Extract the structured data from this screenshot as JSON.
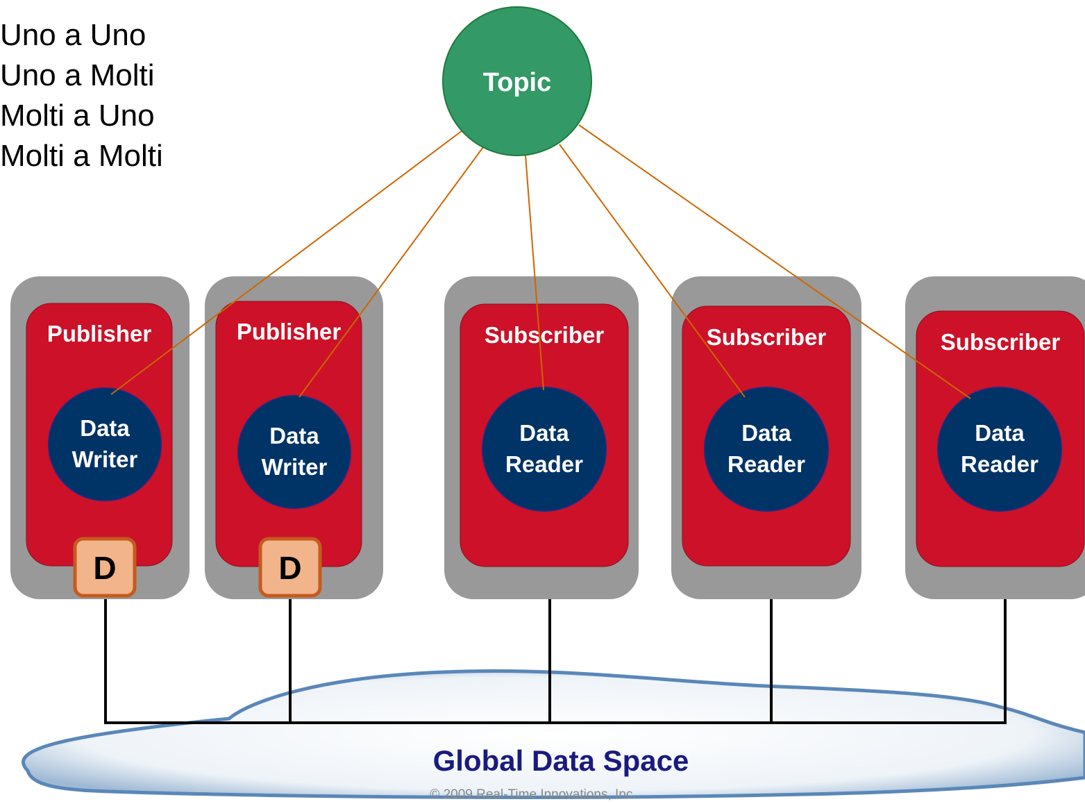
{
  "bullets": [
    "Uno a Uno",
    "Uno a Molti",
    "Molti a Uno",
    "Molti a Molti"
  ],
  "topic": {
    "label": "Topic"
  },
  "entities": [
    {
      "role": "Publisher",
      "endpoint": [
        "Data",
        "Writer"
      ],
      "badge": "D"
    },
    {
      "role": "Publisher",
      "endpoint": [
        "Data",
        "Writer"
      ],
      "badge": "D"
    },
    {
      "role": "Subscriber",
      "endpoint": [
        "Data",
        "Reader"
      ],
      "badge": ""
    },
    {
      "role": "Subscriber",
      "endpoint": [
        "Data",
        "Reader"
      ],
      "badge": ""
    },
    {
      "role": "Subscriber",
      "endpoint": [
        "Data",
        "Reader"
      ],
      "badge": ""
    }
  ],
  "cloud": {
    "label": "Global Data Space"
  },
  "copyright": "© 2009 Real-Time Innovations, Inc.",
  "colors": {
    "topic_fill": "#339966",
    "topic_stroke": "#1f7a3c",
    "container_gray": "#999999",
    "entity_red": "#cc1128",
    "endpoint_navy": "#003366",
    "badge_fill": "#f2b48a",
    "badge_stroke": "#c65a1e",
    "link_orange": "#cc6600",
    "cloud_label": "#1a1a80"
  }
}
